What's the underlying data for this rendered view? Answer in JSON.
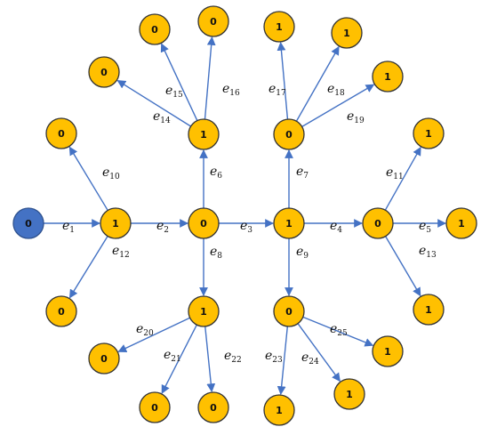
{
  "colors": {
    "node_fill": "#FFC000",
    "node_stroke": "#333333",
    "root_fill": "#4472C4",
    "root_stroke": "#2F528F",
    "edge": "#4472C4"
  },
  "nodes": [
    {
      "id": "root",
      "label": "0",
      "root": true
    },
    {
      "id": "n1",
      "label": "1"
    },
    {
      "id": "n2",
      "label": "0"
    },
    {
      "id": "n3",
      "label": "1"
    },
    {
      "id": "n4",
      "label": "0"
    },
    {
      "id": "n5",
      "label": "1"
    },
    {
      "id": "n6",
      "label": "1"
    },
    {
      "id": "n7",
      "label": "0"
    },
    {
      "id": "n8",
      "label": "1"
    },
    {
      "id": "n9",
      "label": "0"
    },
    {
      "id": "n10",
      "label": "0"
    },
    {
      "id": "n11",
      "label": "1"
    },
    {
      "id": "n12",
      "label": "0"
    },
    {
      "id": "n13",
      "label": "1"
    },
    {
      "id": "n14",
      "label": "0"
    },
    {
      "id": "n15",
      "label": "0"
    },
    {
      "id": "n16",
      "label": "0"
    },
    {
      "id": "n17",
      "label": "1"
    },
    {
      "id": "n18",
      "label": "1"
    },
    {
      "id": "n19",
      "label": "1"
    },
    {
      "id": "n20",
      "label": "0"
    },
    {
      "id": "n21",
      "label": "0"
    },
    {
      "id": "n22",
      "label": "0"
    },
    {
      "id": "n23",
      "label": "1"
    },
    {
      "id": "n24",
      "label": "1"
    },
    {
      "id": "n25",
      "label": "1"
    }
  ],
  "edges": [
    {
      "from": "root",
      "to": "n1",
      "base": "e",
      "sub": "1"
    },
    {
      "from": "n1",
      "to": "n2",
      "base": "e",
      "sub": "2"
    },
    {
      "from": "n2",
      "to": "n3",
      "base": "e",
      "sub": "3"
    },
    {
      "from": "n3",
      "to": "n4",
      "base": "e",
      "sub": "4"
    },
    {
      "from": "n4",
      "to": "n5",
      "base": "e",
      "sub": "5"
    },
    {
      "from": "n2",
      "to": "n6",
      "base": "e",
      "sub": "6"
    },
    {
      "from": "n3",
      "to": "n7",
      "base": "e",
      "sub": "7"
    },
    {
      "from": "n2",
      "to": "n8",
      "base": "e",
      "sub": "8"
    },
    {
      "from": "n3",
      "to": "n9",
      "base": "e",
      "sub": "9"
    },
    {
      "from": "n1",
      "to": "n10",
      "base": "e",
      "sub": "10"
    },
    {
      "from": "n4",
      "to": "n11",
      "base": "e",
      "sub": "11"
    },
    {
      "from": "n1",
      "to": "n12",
      "base": "e",
      "sub": "12"
    },
    {
      "from": "n4",
      "to": "n13",
      "base": "e",
      "sub": "13"
    },
    {
      "from": "n6",
      "to": "n14",
      "base": "e",
      "sub": "14"
    },
    {
      "from": "n6",
      "to": "n15",
      "base": "e",
      "sub": "15"
    },
    {
      "from": "n6",
      "to": "n16",
      "base": "e",
      "sub": "16"
    },
    {
      "from": "n7",
      "to": "n17",
      "base": "e",
      "sub": "17"
    },
    {
      "from": "n7",
      "to": "n18",
      "base": "e",
      "sub": "18"
    },
    {
      "from": "n7",
      "to": "n19",
      "base": "e",
      "sub": "19"
    },
    {
      "from": "n8",
      "to": "n20",
      "base": "e",
      "sub": "20"
    },
    {
      "from": "n8",
      "to": "n21",
      "base": "e",
      "sub": "21"
    },
    {
      "from": "n8",
      "to": "n22",
      "base": "e",
      "sub": "22"
    },
    {
      "from": "n9",
      "to": "n23",
      "base": "e",
      "sub": "23"
    },
    {
      "from": "n9",
      "to": "n24",
      "base": "e",
      "sub": "24"
    },
    {
      "from": "n9",
      "to": "n25",
      "base": "e",
      "sub": "25"
    }
  ]
}
